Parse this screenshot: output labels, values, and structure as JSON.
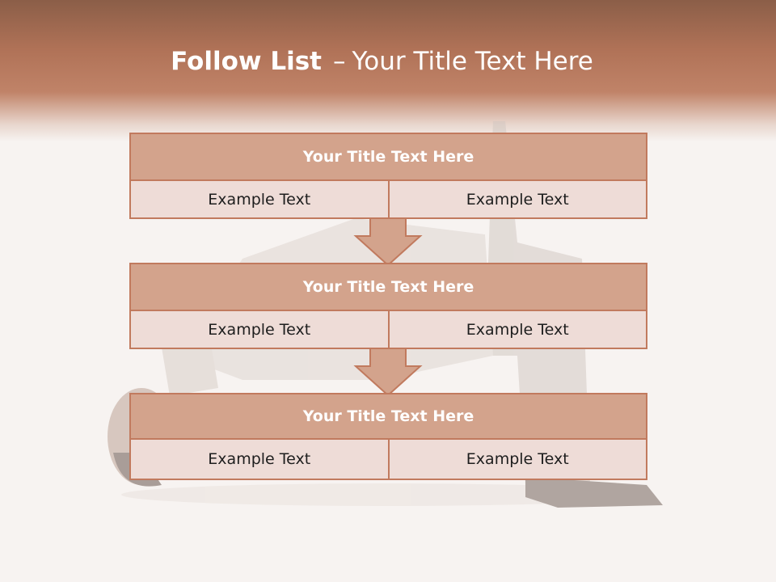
{
  "title": {
    "bold": "Follow List",
    "separator": "–",
    "rest": "Your Title Text Here"
  },
  "boxes": [
    {
      "title": "Your Title Text Here",
      "left": "Example Text",
      "right": "Example Text"
    },
    {
      "title": "Your Title Text Here",
      "left": "Example Text",
      "right": "Example Text"
    },
    {
      "title": "Your Title Text Here",
      "left": "Example Text",
      "right": "Example Text"
    }
  ],
  "colors": {
    "header": "#b07257",
    "box_title": "#d3a38c",
    "box_body": "#eedcd7",
    "border": "#c17a5e",
    "background": "#f7f3f1"
  }
}
